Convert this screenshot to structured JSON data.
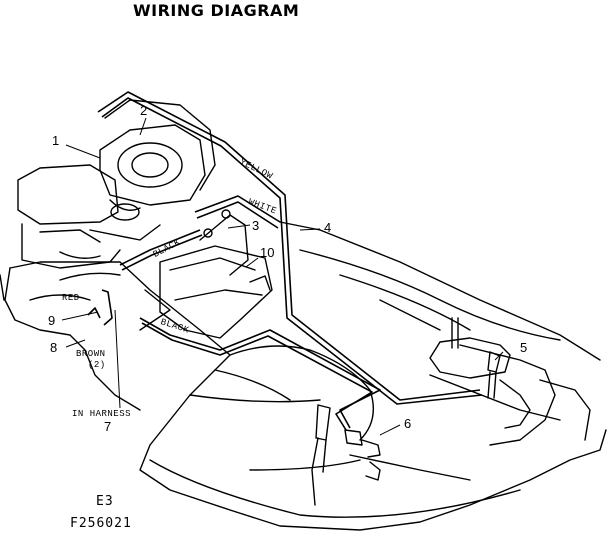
{
  "title": "WIRING DIAGRAM",
  "wire_labels": {
    "yellow": "YELLOW",
    "white": "WHITE",
    "black_upper": "BLACK",
    "black_lower": "BLACK",
    "red": "RED",
    "brown": "BROWN",
    "brown_qty": "(2)",
    "in_harness": "IN HARNESS"
  },
  "callouts": [
    "1",
    "2",
    "3",
    "4",
    "5",
    "6",
    "7",
    "8",
    "9",
    "10"
  ],
  "codes": {
    "section": "E3",
    "figure": "F256021"
  }
}
